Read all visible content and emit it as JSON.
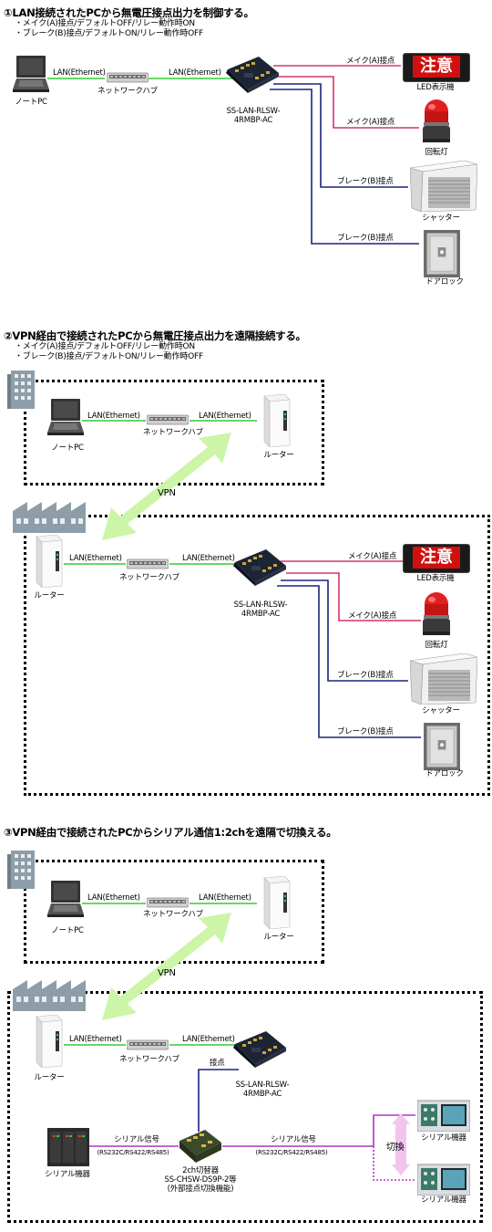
{
  "s1": {
    "title": "①LAN接続されたPCから無電圧接点出力を制御する。",
    "note1": "・メイク(A)接点/デフォルトOFF/リレー動作時ON",
    "note2": "・ブレーク(B)接点/デフォルトON/リレー動作時OFF",
    "lan1": "LAN(Ethernet)",
    "lan2": "LAN(Ethernet)",
    "hub": "ネットワークハブ",
    "pc": "ノートPC",
    "dev_line1": "SS-LAN-RLSW-",
    "dev_line2": "4RMBP-AC",
    "make1": "メイク(A)接点",
    "make2": "メイク(A)接点",
    "break1": "ブレーク(B)接点",
    "break2": "ブレーク(B)接点",
    "led": "LED表示機",
    "led_text": "注意",
    "lamp": "回転灯",
    "shutter": "シャッター",
    "door": "ドアロック"
  },
  "s2": {
    "title": "②VPN経由で接続されたPCから無電圧接点出力を遠隔接続する。",
    "note1": "・メイク(A)接点/デフォルトOFF/リレー動作時ON",
    "note2": "・ブレーク(B)接点/デフォルトON/リレー動作時OFF",
    "lan1": "LAN(Ethernet)",
    "lan2": "LAN(Ethernet)",
    "hub1": "ネットワークハブ",
    "pc": "ノートPC",
    "router1": "ルーター",
    "vpn": "VPN",
    "router2": "ルーター",
    "lan3": "LAN(Ethernet)",
    "lan4": "LAN(Ethernet)",
    "hub2": "ネットワークハブ",
    "dev_line1": "SS-LAN-RLSW-",
    "dev_line2": "4RMBP-AC",
    "make1": "メイク(A)接点",
    "make2": "メイク(A)接点",
    "break1": "ブレーク(B)接点",
    "break2": "ブレーク(B)接点",
    "led": "LED表示機",
    "led_text": "注意",
    "lamp": "回転灯",
    "shutter": "シャッター",
    "door": "ドアロック"
  },
  "s3": {
    "title": "③VPN経由で接続されたPCからシリアル通信1:2chを遠隔で切換える。",
    "lan1": "LAN(Ethernet)",
    "lan2": "LAN(Ethernet)",
    "hub1": "ネットワークハブ",
    "pc": "ノートPC",
    "router1": "ルーター",
    "vpn": "VPN",
    "router2": "ルーター",
    "lan3": "LAN(Ethernet)",
    "lan4": "LAN(Ethernet)",
    "hub2": "ネットワークハブ",
    "contact": "接点",
    "dev_line1": "SS-LAN-RLSW-",
    "dev_line2": "4RMBP-AC",
    "serial_left": "シリアル機器",
    "sig1": "シリアル信号",
    "sig1_sub": "(RS232C/RS422/RS485)",
    "sw_line1": "2ch切替器",
    "sw_line2": "SS-CHSW-DS9P-2等",
    "sw_line3": "(外部接点切換機能)",
    "sig2": "シリアル信号",
    "sig2_sub": "(RS232C/RS422/RS485)",
    "switch": "切換",
    "serial_r1": "シリアル機器",
    "serial_r2": "シリアル機器"
  },
  "colors": {
    "lan": "#33cc33",
    "make": "#d6336f",
    "break": "#1a237e",
    "serial": "#b233cc",
    "vpn_arrow": "#ccf5a8"
  }
}
